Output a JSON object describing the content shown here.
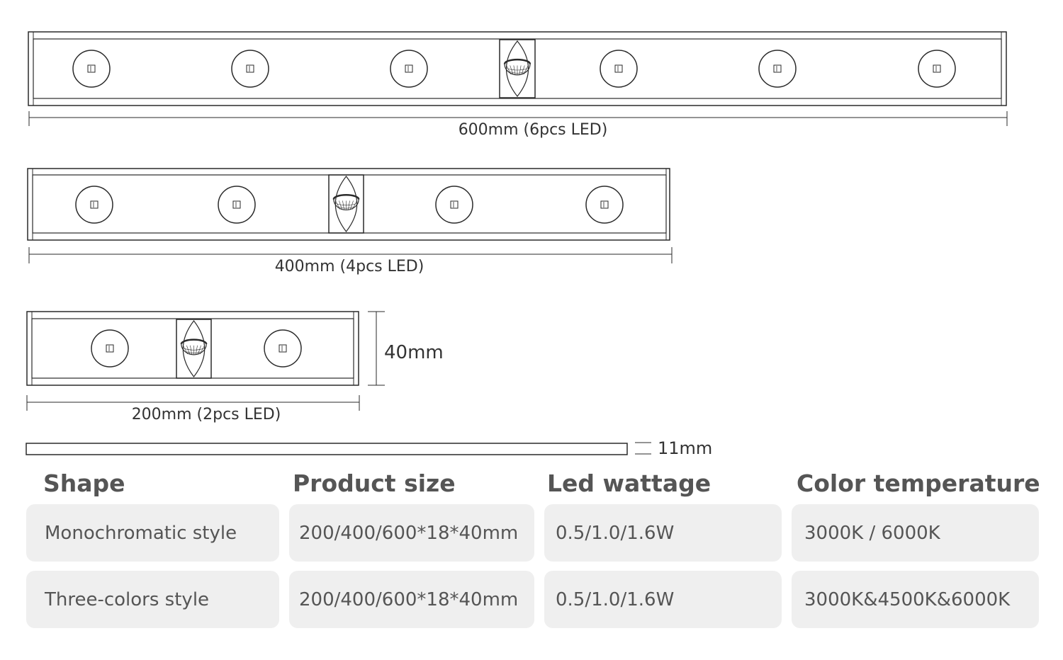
{
  "diagram": {
    "bar_600": {
      "label": "600mm (6pcs LED)",
      "led_count": 6
    },
    "bar_400": {
      "label": "400mm (4pcs LED)",
      "led_count": 4
    },
    "bar_200": {
      "label": "200mm (2pcs LED)",
      "led_count": 2
    },
    "height_label": "40mm",
    "thickness_label": "11mm"
  },
  "table": {
    "headers": [
      "Shape",
      "Product size",
      "Led wattage",
      "Color temperature"
    ],
    "rows": [
      [
        "Monochromatic style",
        "200/400/600*18*40mm",
        "0.5/1.0/1.6W",
        "3000K / 6000K"
      ],
      [
        "Three-colors style",
        "200/400/600*18*40mm",
        "0.5/1.0/1.6W",
        "3000K&4500K&6000K"
      ]
    ]
  },
  "colors": {
    "line": "#2a2a2a",
    "cell_background": "#efefef",
    "text": "#555555"
  }
}
